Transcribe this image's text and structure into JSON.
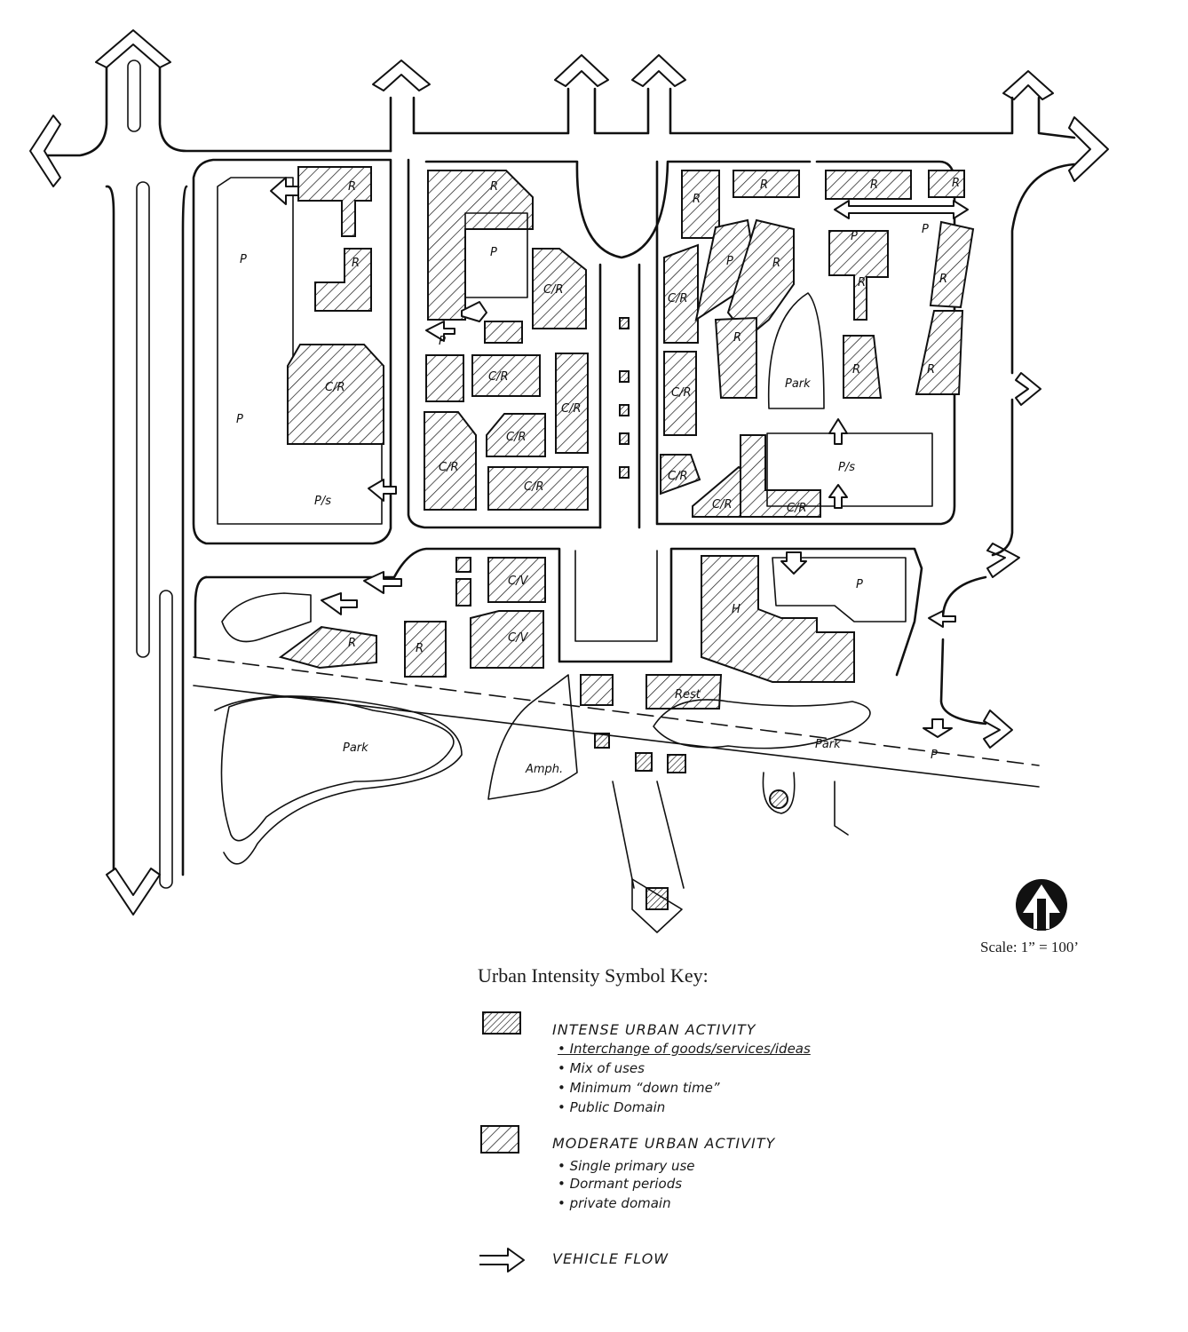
{
  "plan_labels": {
    "p": "P",
    "r": "R",
    "cr": "C/R",
    "ps": "P/s",
    "ps_upper": "P/s",
    "cv": "C/V",
    "h": "H",
    "rest": "Rest",
    "park": "Park",
    "amph": "Amph."
  },
  "scale": "Scale: 1” = 100’",
  "key": {
    "title": "Urban Intensity Symbol Key:",
    "intense": {
      "heading": "INTENSE URBAN ACTIVITY",
      "items": [
        "Interchange of goods/services/ideas",
        "Mix of uses",
        "Minimum “down time”",
        "Public Domain"
      ]
    },
    "moderate": {
      "heading": "MODERATE URBAN ACTIVITY",
      "items": [
        "Single primary use",
        "Dormant periods",
        "private domain"
      ]
    },
    "vehicle_flow": "VEHICLE FLOW"
  },
  "icons": [
    "north-arrow-icon",
    "vehicle-flow-arrow-icon",
    "intense-hatch-swatch",
    "moderate-hatch-swatch"
  ]
}
